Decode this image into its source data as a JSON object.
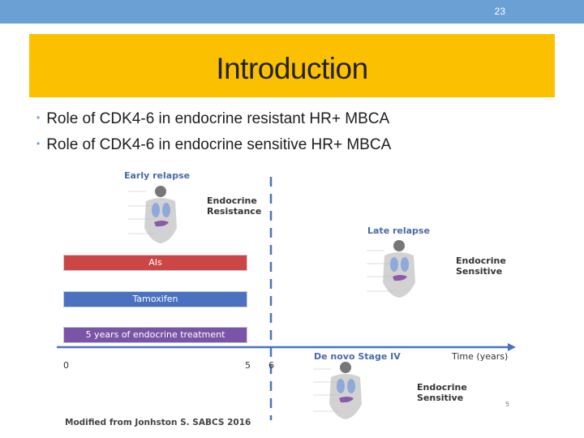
{
  "slide": {
    "number": "23"
  },
  "title": "Introduction",
  "bullets": [
    "Role of CDK4-6 in endocrine resistant HR+ MBCA",
    "Role of CDK4-6 in endocrine sensitive HR+ MBCA"
  ],
  "diagram": {
    "early_relapse": "Early relapse",
    "endocrine_resistance": "Endocrine Resistance",
    "late_relapse": "Late relapse",
    "endocrine_sensitive": "Endocrine Sensitive",
    "bars": [
      "AIs",
      "Tamoxifen",
      "5 years of endocrine treatment"
    ],
    "axis_ticks": [
      "0",
      "5",
      "6"
    ],
    "de_novo": "De novo Stage IV",
    "time_label": "Time (years)",
    "small_number": "5",
    "colors": {
      "ais": "#cc4646",
      "tamoxifen": "#4a72c0",
      "five_years": "#7a54a6",
      "divider": "#4a72c0"
    }
  },
  "footer": "Modified from Jonhston S. SABCS 2016"
}
